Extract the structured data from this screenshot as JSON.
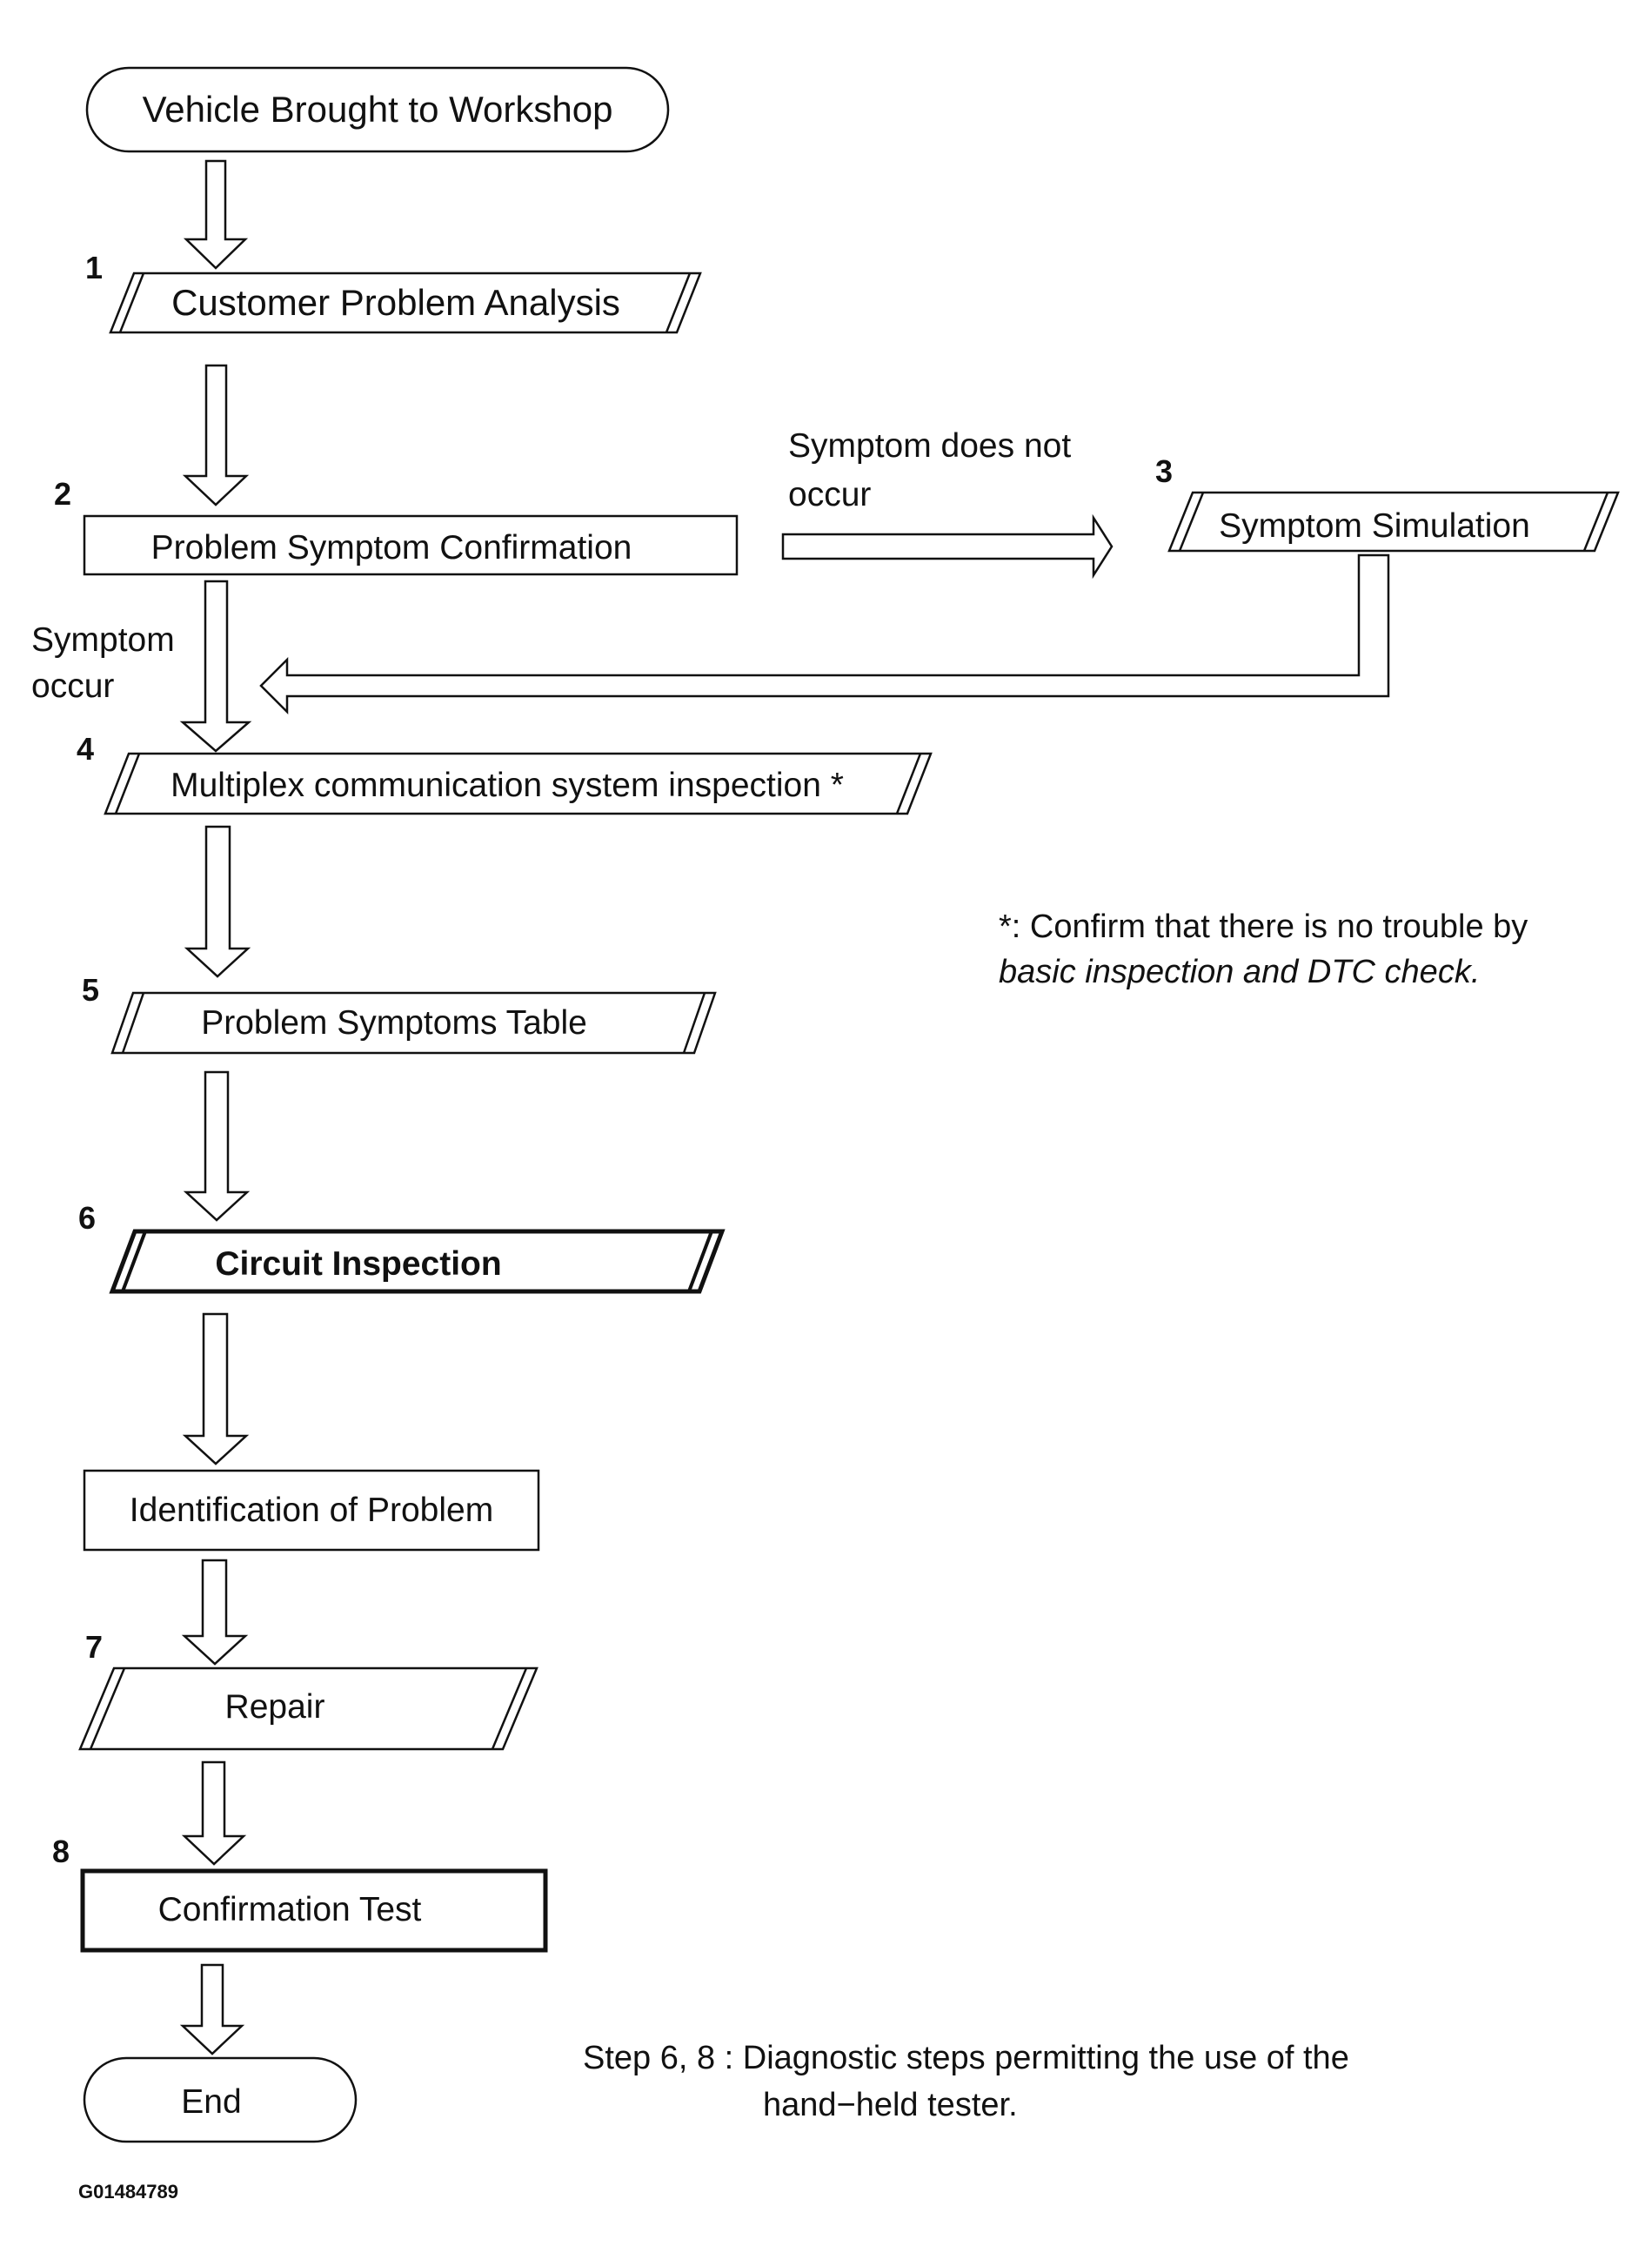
{
  "flowchart": {
    "start": "Vehicle Brought to Workshop",
    "steps": [
      {
        "number": "1",
        "label": "Customer Problem Analysis"
      },
      {
        "number": "2",
        "label": "Problem Symptom Confirmation"
      },
      {
        "number": "3",
        "label": "Symptom Simulation"
      },
      {
        "number": "4",
        "label": "Multiplex communication system inspection *"
      },
      {
        "number": "5",
        "label": "Problem Symptoms Table"
      },
      {
        "number": "6",
        "label": "Circuit Inspection"
      },
      {
        "number": "",
        "label": "Identification of Problem"
      },
      {
        "number": "7",
        "label": "Repair"
      },
      {
        "number": "8",
        "label": "Confirmation Test"
      }
    ],
    "end": "End",
    "branch_not_occur": [
      "Symptom does not",
      "occur"
    ],
    "branch_occur": [
      "Symptom",
      "occur"
    ]
  },
  "notes": {
    "asterisk": [
      "*: Confirm that there is no trouble by",
      "basic inspection and DTC check."
    ],
    "tester": [
      "Step 6, 8 : Diagnostic steps permitting the use of the",
      "hand−held tester."
    ]
  },
  "figure_id": "G01484789"
}
